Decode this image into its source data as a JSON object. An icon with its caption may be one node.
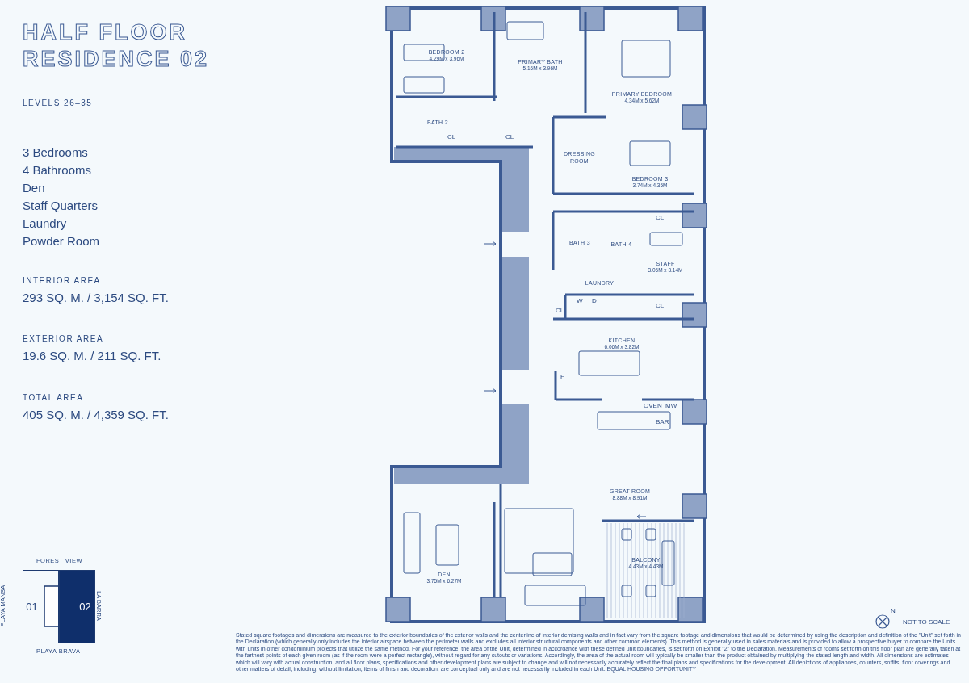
{
  "diagram": {
    "title": "HALF FLOOR RESIDENCE 02",
    "nodes": [
      {
        "text": [
          "BEDROOM 2",
          "4.29M x 3.96M"
        ]
      },
      {
        "text": [
          "PRIMARY BATH",
          "5.16M x 3.96M"
        ]
      },
      {
        "text": [
          "PRIMARY BEDROOM",
          "4.34M x 5.62M"
        ]
      },
      {
        "text": [
          "BATH 2"
        ]
      },
      {
        "text": [
          "DRESSING ROOM"
        ]
      },
      {
        "text": [
          "BEDROOM 3",
          "3.74M x 4.35M"
        ]
      },
      {
        "text": [
          "BATH 3"
        ]
      },
      {
        "text": [
          "BATH 4"
        ]
      },
      {
        "text": [
          "STAFF",
          "3.06M x 3.14M"
        ]
      },
      {
        "text": [
          "LAUNDRY"
        ]
      },
      {
        "text": [
          "KITCHEN",
          "6.06M x 3.82M"
        ]
      },
      {
        "text": [
          "GREAT ROOM",
          "8.88M x 8.91M"
        ]
      },
      {
        "text": [
          "DEN",
          "3.75M x 6.27M"
        ]
      },
      {
        "text": [
          "BALCONY",
          "4.43M x 4.43M"
        ]
      },
      {
        "text": [
          "01"
        ]
      },
      {
        "text": [
          "02"
        ]
      }
    ],
    "edges": [],
    "labels": [
      "LEVELS 26–35",
      "3 Bedrooms",
      "4 Bathrooms",
      "Den",
      "Staff Quarters",
      "Laundry",
      "Powder Room",
      "INTERIOR AREA",
      "293 SQ. M. / 3,154 SQ. FT.",
      "EXTERIOR AREA",
      "19.6 SQ. M. / 211 SQ. FT.",
      "TOTAL AREA",
      "405 SQ. M. / 4,359 SQ. FT.",
      "CL",
      "CL",
      "CL",
      "W",
      "D",
      "CL",
      "CL",
      "P",
      "OVEN",
      "MW",
      "BAR",
      "FOREST VIEW",
      "PLAYA MANSA",
      "LA BARRA",
      "PLAYA BRAVA",
      "N",
      "NOT TO SCALE",
      "Stated square footages and dimensions are measured to the exterior boundaries of the exterior walls and the centerline of interior demising walls and in fact vary from the square footage and dimensions that would be determined by using the description and definition of the \"Unit\" set forth in the Declaration (which generally only includes the interior airspace between the perimeter walls and excludes all interior structural components and other common elements). This method is generally used in sales materials and is provided to allow a prospective buyer to compare the Units with units in other condominium projects that utilize the same method. For your reference, the area of the Unit, determined in accordance with these defined unit boundaries, is set forth on Exhibit \"2\" to the Declaration. Measurements of rooms set forth on this floor plan are generally taken at the farthest points of each given room (as if the room were a perfect rectangle), without regard for any cutouts or variations. Accordingly, the area of the actual room will typically be smaller than the product obtained by multiplying the stated length and width. All dimensions are estimates which will vary with actual construction, and all floor plans, specifications and other development plans are subject to change and will not necessarily accurately reflect the final plans and specifications for the development. All depictions of appliances, counters, soffits, floor coverings and other matters of detail, including, without limitation, items of finish and decoration, are conceptual only and are not necessarily included in each Unit. EQUAL HOUSING OPPORTUNITY"
    ]
  }
}
